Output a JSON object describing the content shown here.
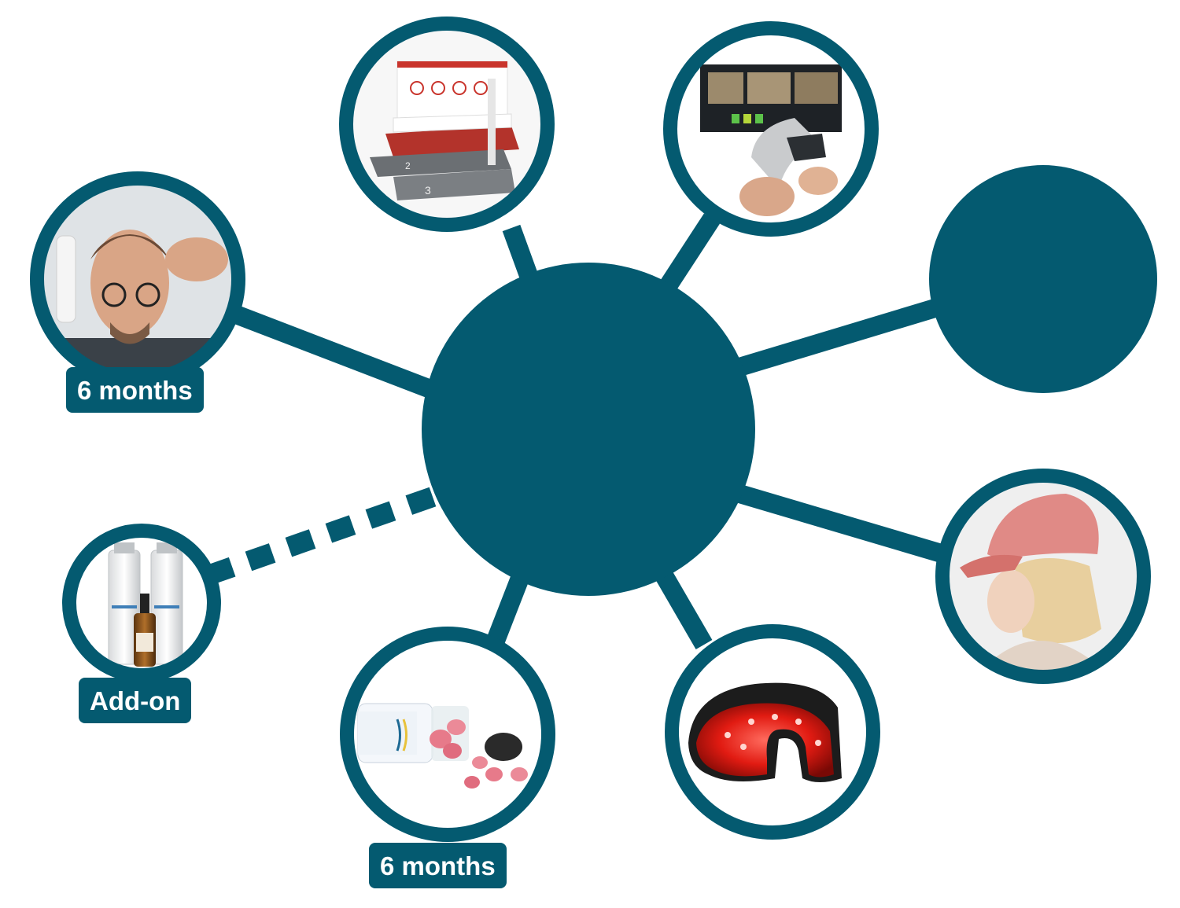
{
  "colors": {
    "primary": "#045a70",
    "background": "#ffffff"
  },
  "nodes": {
    "hub": {
      "name": "hub-circle"
    },
    "satellites": [
      {
        "id": "top-left-product",
        "image": "hair-test-kit-box-image",
        "link": "solid"
      },
      {
        "id": "top-right-product",
        "image": "hair-analysis-device-image",
        "link": "solid"
      },
      {
        "id": "right-empty",
        "image": "filled-circle",
        "link": "solid"
      },
      {
        "id": "left-person",
        "image": "man-applying-hair-spray-image",
        "link": "solid",
        "badge": "6 months"
      },
      {
        "id": "right-cap",
        "image": "woman-pink-laser-cap-image",
        "link": "solid"
      },
      {
        "id": "bottom-right-helmet",
        "image": "red-light-helmet-image",
        "link": "solid"
      },
      {
        "id": "bottom-left-vitamins",
        "image": "hair-vitamin-gummies-image",
        "link": "solid",
        "badge": "6 months"
      },
      {
        "id": "left-addon",
        "image": "shampoo-conditioner-serum-image",
        "link": "dashed",
        "badge": "Add-on"
      }
    ]
  },
  "badges": {
    "left_person": "6 months",
    "addon": "Add-on",
    "vitamins": "6 months"
  }
}
